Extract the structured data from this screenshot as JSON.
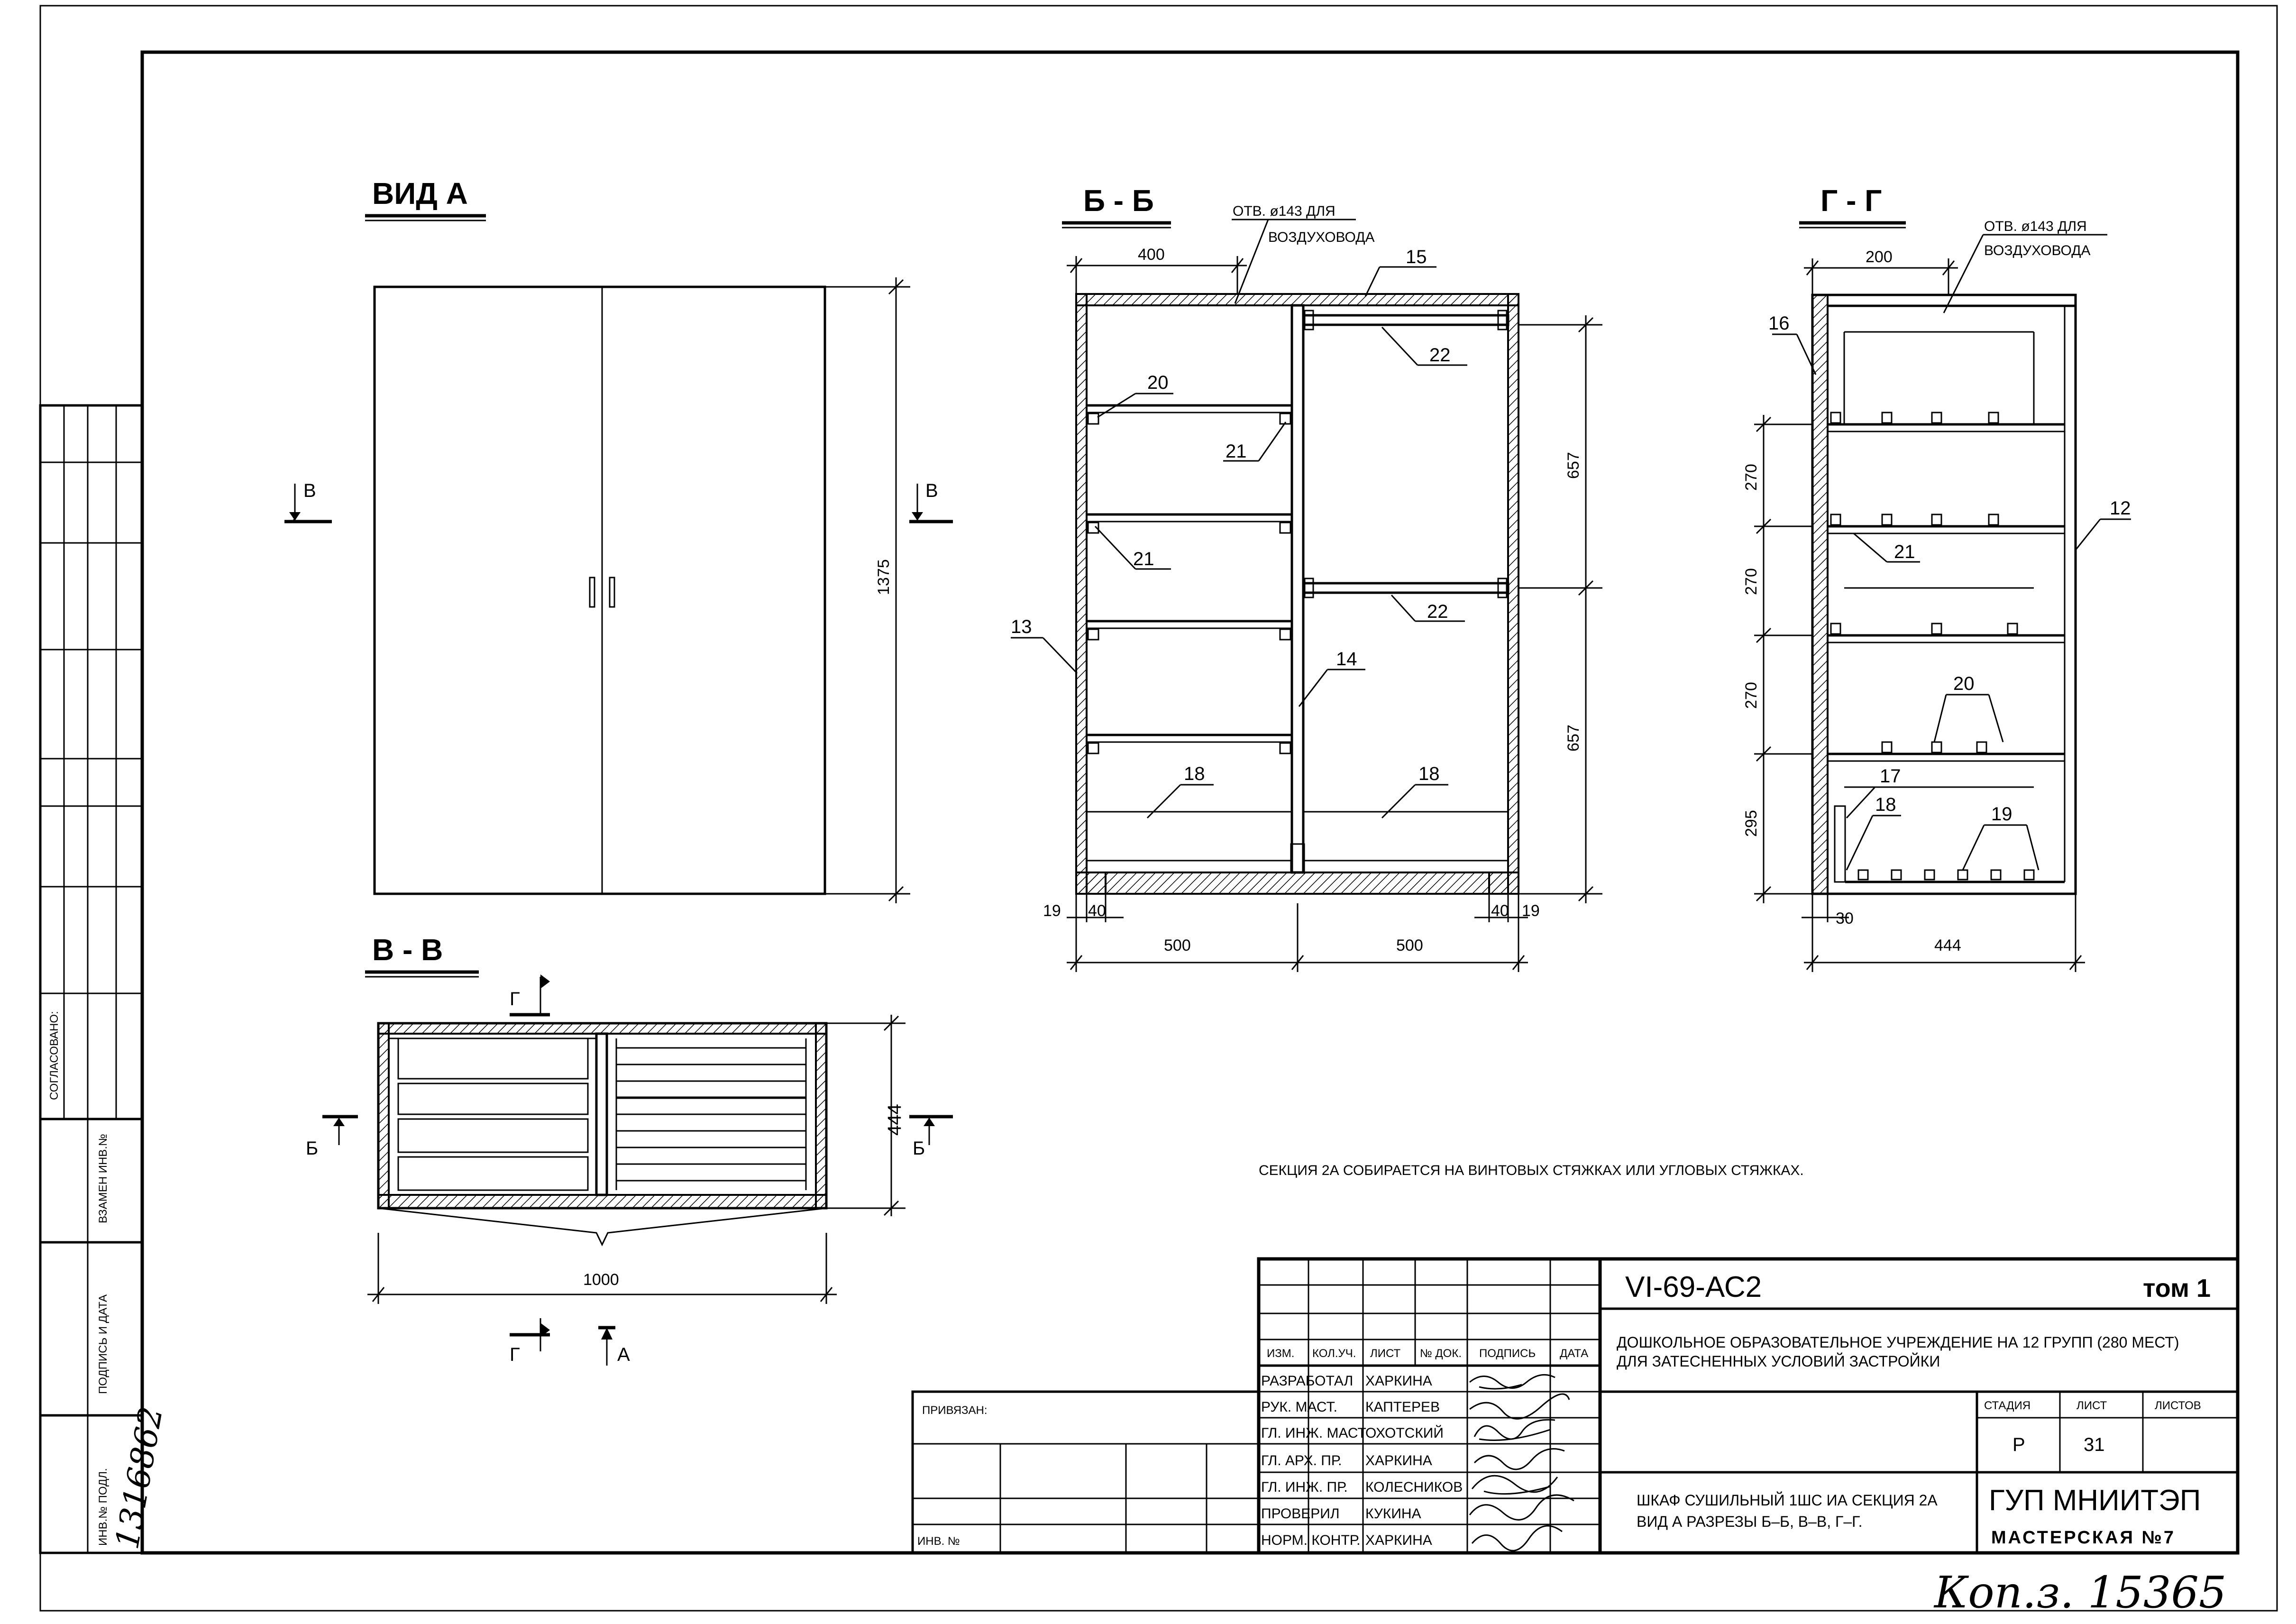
{
  "sheet": {
    "stamp_handwritten": "1316862",
    "copy_handwritten": "Коп.з. 15365",
    "soglasovano": "СОГЛАСОВАНО:",
    "side_cols": [
      "ВЗАМЕН ИНВ.№",
      "ПОДПИСЬ И ДАТА",
      "ИНВ.№ ПОДЛ."
    ]
  },
  "views": {
    "vid_a": {
      "title": "ВИД А",
      "height_dim": "1375",
      "cut_mark": "В"
    },
    "b_b": {
      "title": "Б - Б",
      "note": "ОТВ. ø143 ДЛЯ",
      "note2": "ВОЗДУХОВОДА",
      "dims": {
        "top": "400",
        "right_upper": "657",
        "right_lower": "657",
        "left_small": "19",
        "left_small2": "40",
        "bottom_left": "500",
        "bottom_right": "500",
        "right_small": "40",
        "right_small2": "19"
      },
      "callouts": [
        "15",
        "20",
        "21",
        "21",
        "22",
        "22",
        "13",
        "14",
        "18",
        "18"
      ]
    },
    "g_g": {
      "title": "Г - Г",
      "note": "ОТВ. ø143 ДЛЯ",
      "note2": "ВОЗДУХОВОДА",
      "dims": {
        "top": "200",
        "v1": "270",
        "v2": "270",
        "v3": "270",
        "v4": "295",
        "small": "30",
        "bottom": "444"
      },
      "callouts": [
        "16",
        "12",
        "21",
        "20",
        "17",
        "18",
        "19"
      ]
    },
    "v_v": {
      "title": "В - В",
      "cut_g": "Г",
      "cut_b": "Б",
      "cut_a": "А",
      "depth_dim": "444",
      "width_dim": "1000"
    }
  },
  "note_main": "СЕКЦИЯ 2А СОБИРАЕТСЯ НА ВИНТОВЫХ СТЯЖКАХ ИЛИ УГЛОВЫХ СТЯЖКАХ.",
  "title_block": {
    "code": "VI-69-АС2",
    "volume": "том 1",
    "project": "ДОШКОЛЬНОЕ ОБРАЗОВАТЕЛЬНОЕ УЧРЕЖДЕНИЕ НА 12 ГРУПП (280 МЕСТ)",
    "project2": "ДЛЯ ЗАТЕСНЕННЫХ УСЛОВИЙ ЗАСТРОЙКИ",
    "header_cols": [
      "ИЗМ.",
      "КОЛ.УЧ.",
      "ЛИСТ",
      "№ ДОК.",
      "ПОДПИСЬ",
      "ДАТА"
    ],
    "roles": [
      {
        "role": "РАЗРАБОТАЛ",
        "name": "ХАРКИНА"
      },
      {
        "role": "РУК. МАСТ.",
        "name": "КАПТЕРЕВ"
      },
      {
        "role": "ГЛ. ИНЖ. МАСТ",
        "name": "ОХОТСКИЙ"
      },
      {
        "role": "ГЛ. АРХ. ПР.",
        "name": "ХАРКИНА"
      },
      {
        "role": "ГЛ. ИНЖ. ПР.",
        "name": "КОЛЕСНИКОВ"
      },
      {
        "role": "ПРОВЕРИЛ",
        "name": "КУКИНА"
      },
      {
        "role": "НОРМ. КОНТР.",
        "name": "ХАРКИНА"
      }
    ],
    "stage_headers": [
      "СТАДИЯ",
      "ЛИСТ",
      "ЛИСТОВ"
    ],
    "stage_values": [
      "Р",
      "31",
      ""
    ],
    "sheet_title": "ШКАФ СУШИЛЬНЫЙ 1ШС ИА СЕКЦИЯ 2А",
    "sheet_title2": "ВИД  А  РАЗРЕЗЫ Б–Б, В–В, Г–Г.",
    "org": "ГУП МНИИТЭП",
    "workshop": "МАСТЕРСКАЯ №7",
    "privyazan": "ПРИВЯЗАН:",
    "inv": "ИНВ. №"
  }
}
